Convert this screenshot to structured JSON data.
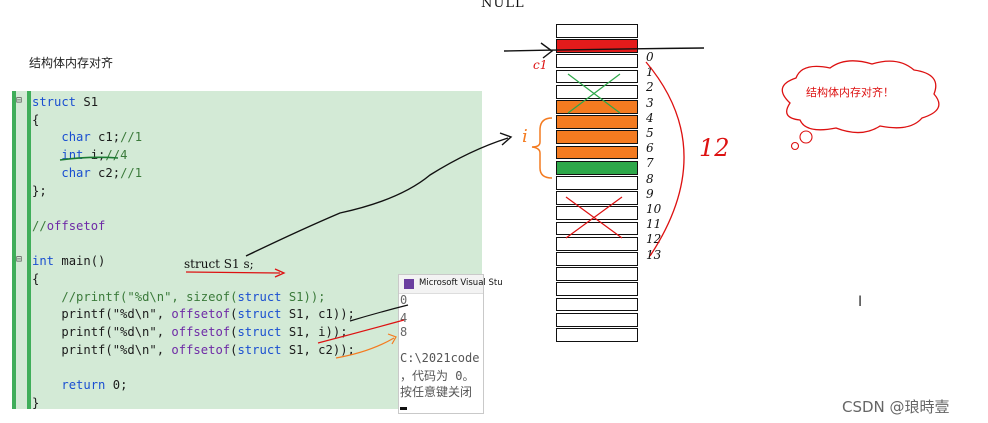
{
  "heading": "结构体内存对齐",
  "code": {
    "lines": [
      "struct S1",
      "{",
      "    char c1;//1",
      "    int i;//4",
      "    char c2;//1",
      "};",
      "",
      "//offsetof",
      "",
      "int main()",
      "{",
      "    //printf(\"%d\\n\", sizeof(struct S1));",
      "    printf(\"%d\\n\", offsetof(struct S1, c1));",
      "    printf(\"%d\\n\", offsetof(struct S1, i));",
      "    printf(\"%d\\n\", offsetof(struct S1, c2));",
      "",
      "    return 0;",
      "}"
    ]
  },
  "annotation": {
    "struct_decl": "struct S1 s;",
    "top_note": "NULL",
    "i_label": "i",
    "c1_label": "c1",
    "size_label": "12"
  },
  "console": {
    "title": "Microsoft Visual Stu",
    "output": [
      "0",
      "4",
      "8"
    ],
    "path": "C:\\2021code",
    "line2": "，代码为 0。",
    "line3": "按任意键关闭"
  },
  "memory": {
    "indices": [
      "0",
      "1",
      "2",
      "3",
      "4",
      "5",
      "6",
      "7",
      "8",
      "9",
      "10",
      "11",
      "12",
      "13"
    ],
    "cells": [
      {
        "fill": "#ffffff"
      },
      {
        "fill": "#e31b1b"
      },
      {
        "fill": "#ffffff"
      },
      {
        "fill": "#ffffff"
      },
      {
        "fill": "#ffffff"
      },
      {
        "fill": "#f47b20"
      },
      {
        "fill": "#f47b20"
      },
      {
        "fill": "#f47b20"
      },
      {
        "fill": "#f47b20"
      },
      {
        "fill": "#2ea84a"
      },
      {
        "fill": "#ffffff"
      },
      {
        "fill": "#ffffff"
      },
      {
        "fill": "#ffffff"
      },
      {
        "fill": "#ffffff"
      },
      {
        "fill": "#ffffff"
      },
      {
        "fill": "#ffffff"
      },
      {
        "fill": "#ffffff"
      },
      {
        "fill": "#ffffff"
      },
      {
        "fill": "#ffffff"
      },
      {
        "fill": "#ffffff"
      },
      {
        "fill": "#ffffff"
      }
    ]
  },
  "cloud": {
    "text": "结构体内存对齐！"
  },
  "watermark": "CSDN @琅時壹",
  "colors": {
    "editor_bg": "#d3ead6",
    "accent_green": "#3fae5a",
    "ink_red": "#d11"
  }
}
